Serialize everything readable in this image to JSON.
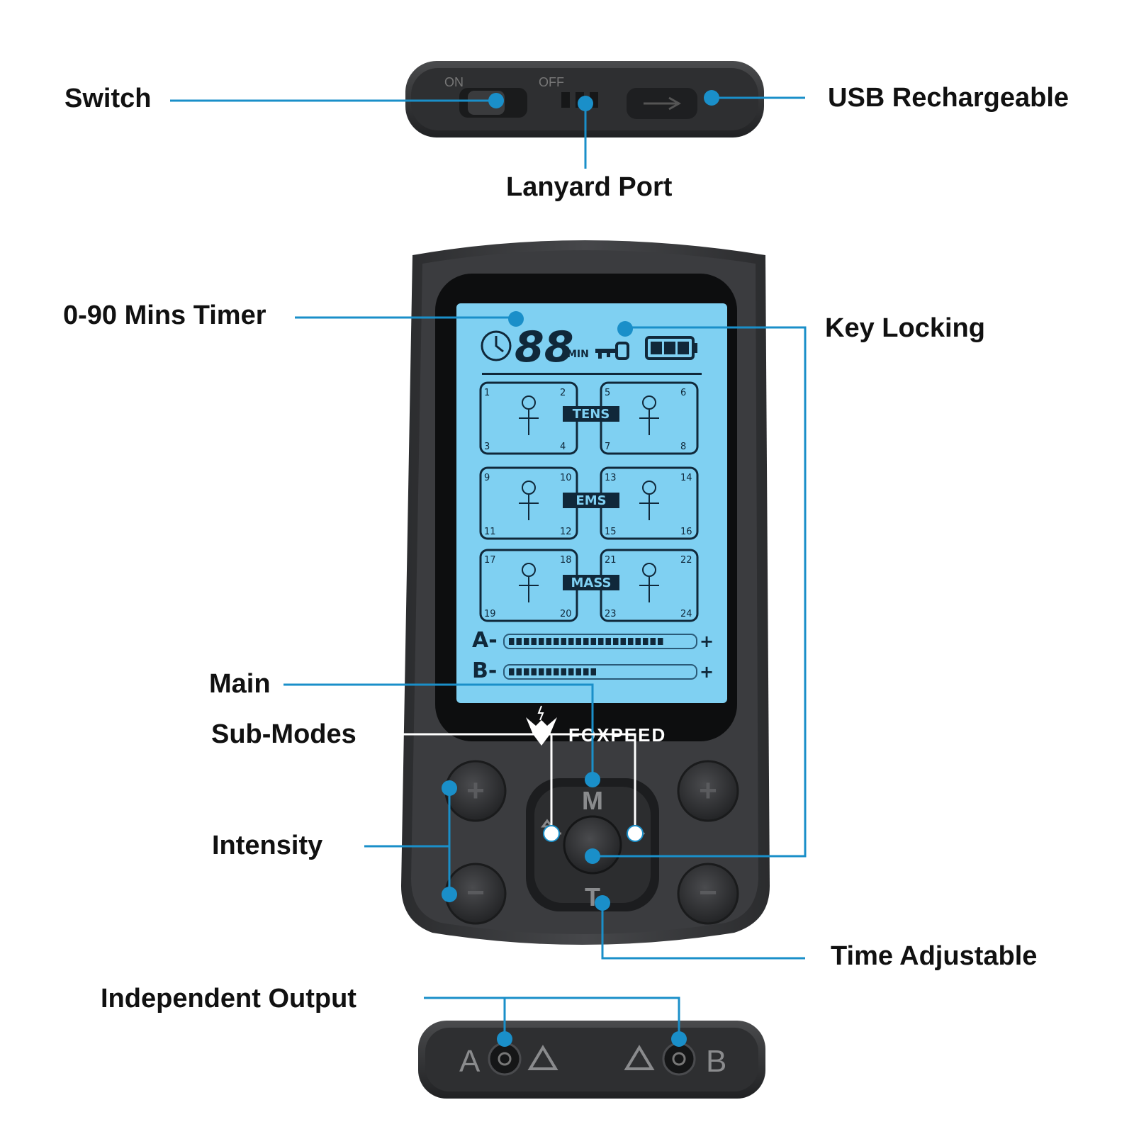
{
  "colors": {
    "callout": "#1a8fc9",
    "lcd": "#7fd0f2",
    "device_body": "#3c3d3f",
    "device_dark": "#1d1e20"
  },
  "labels": {
    "switch": "Switch",
    "usb": "USB Rechargeable",
    "lanyard": "Lanyard Port",
    "timer": "0-90 Mins Timer",
    "key_locking": "Key Locking",
    "main": "Main",
    "sub_modes": "Sub-Modes",
    "intensity": "Intensity",
    "time_adjustable": "Time Adjustable",
    "independent_output": "Independent Output"
  },
  "device": {
    "top": {
      "on": "ON",
      "off": "OFF"
    },
    "lcd": {
      "timer_digits": "88",
      "timer_unit": "MIN",
      "mode_tens": "TENS",
      "mode_ems": "EMS",
      "mode_mass": "MASS",
      "program_numbers": [
        "1",
        "2",
        "3",
        "4",
        "5",
        "6",
        "7",
        "8",
        "9",
        "10",
        "11",
        "12",
        "13",
        "14",
        "15",
        "16",
        "17",
        "18",
        "19",
        "20",
        "21",
        "22",
        "23",
        "24"
      ],
      "channel_a": "A-",
      "channel_b": "B-",
      "plus": "+",
      "channel_a_level": 0.85,
      "channel_b_level": 0.51
    },
    "brand": "FOXPEED",
    "buttons": {
      "main": "M",
      "time": "T",
      "plus": "+",
      "minus": "−"
    },
    "bottom": {
      "port_a": "A",
      "port_b": "B"
    }
  }
}
